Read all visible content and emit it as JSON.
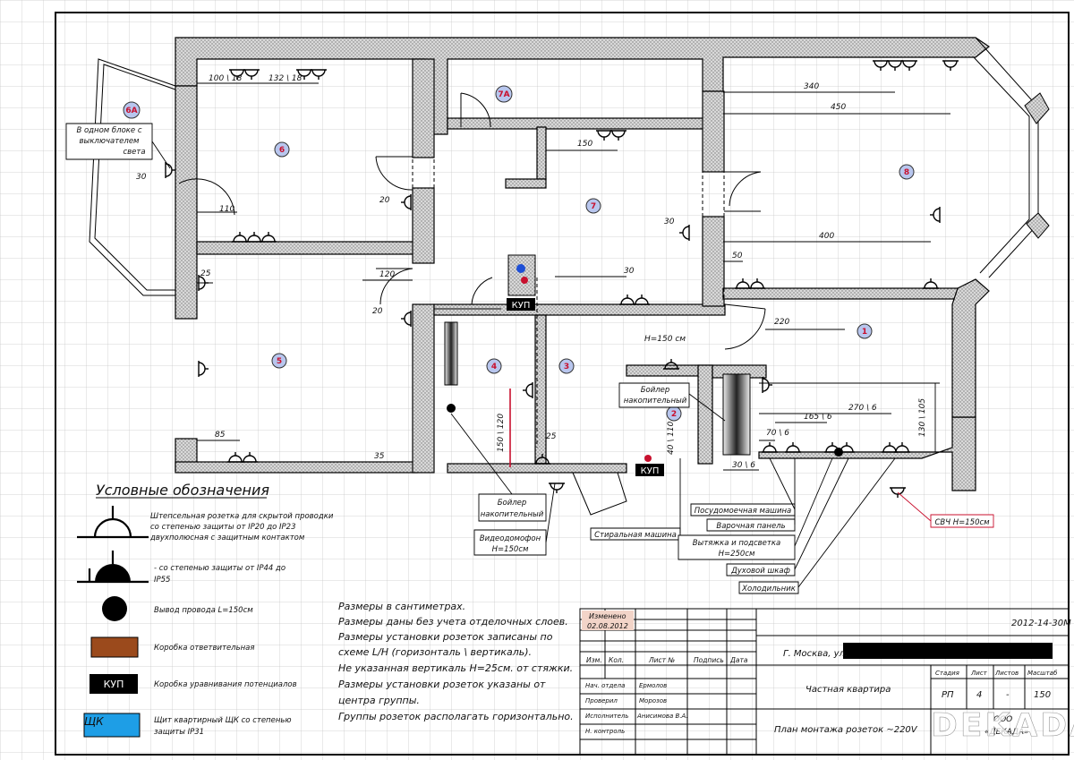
{
  "rooms": [
    "1",
    "2",
    "3",
    "4",
    "5",
    "6",
    "6А",
    "7",
    "7А",
    "8"
  ],
  "dimensions": {
    "d1": "100 \\ 18",
    "d2": "132 \\ 18",
    "d3": "340",
    "d4": "450",
    "d5": "150",
    "d6": "110",
    "d7": "30",
    "d8": "20",
    "d9": "400",
    "d10": "50",
    "d11": "120",
    "d12": "30",
    "d13": "30",
    "d14": "220",
    "d15": "20",
    "d16": "25",
    "d17": "85",
    "d18": "35",
    "d19": "150 \\ 120",
    "d20": "25",
    "d21": "40 \\ 110",
    "d22": "165 \\ 6",
    "d23": "270 \\ 6",
    "d24": "130 \\ 105",
    "d25": "70 \\ 6",
    "d26": "30 \\ 6",
    "d27": "H=150 см"
  },
  "callouts": {
    "note_6a_line1": "В одном блоке с",
    "note_6a_line2": "выключателем",
    "note_6a_line3": "света",
    "boiler_top_line1": "Бойлер",
    "boiler_top_line2": "накопительный",
    "boiler_bot_line1": "Бойлер",
    "boiler_bot_line2": "накопительный",
    "videophone_line1": "Видеодомофон",
    "videophone_line2": "H=150см",
    "washing_machine": "Стиральная машина",
    "dishwasher": "Посудомоечная машина",
    "cooktop": "Варочная панель",
    "hood_line1": "Вытяжка и подсветка",
    "hood_line2": "H=250см",
    "oven": "Духовой шкаф",
    "fridge": "Холодильник",
    "microwave": "СВЧ H=150см",
    "kup": "КУП"
  },
  "legend": {
    "title": "Условные обозначения",
    "socket_line1": "Штепсельная розетка для скрытой проводки",
    "socket_line2": "со степенью защиты от IP20 до IP23",
    "socket_line3": "двухполюсная с защитным контактом",
    "socket_ip44_line1": "- со степенью защиты от IP44 до",
    "socket_ip44_line2": "IP55",
    "wire_output": "Вывод провода L=150см",
    "junction_box": "Коробка ответвительная",
    "kup_label": "КУП",
    "kup_desc": "Коробка уравнивания потенциалов",
    "shk_label": "ЩК",
    "shk_line1": "Щит квартирный ЩК со степенью",
    "shk_line2": "защиты IP31",
    "colors": {
      "junction_box": "#9b4a1c",
      "shk": "#1e9ee6",
      "kup": "#000000"
    }
  },
  "notes": [
    "Размеры в сантиметрах.",
    "Размеры даны без учета отделочных слоев.",
    "Размеры установки розеток записаны по",
    "схеме L/H (горизонталь \\ вертикаль).",
    "Не указанная вертикаль H=25см. от стяжки."
  ],
  "notes_red": [
    "Размеры установки розеток указаны от",
    "центра группы."
  ],
  "notes_last": "Группы розеток располагать горизонтально.",
  "title_block": {
    "changed": "Изменено",
    "date": "02.08.2012",
    "col_izm": "Изм.",
    "col_kol": "Кол.",
    "col_list": "Лист №",
    "col_podp": "Подпись",
    "col_data": "Дата",
    "rows": [
      {
        "role": "Нач. отдела",
        "name": "Ермолов"
      },
      {
        "role": "Проверил",
        "name": "Морозов"
      },
      {
        "role": "Исполнитель",
        "name": "Анисимова В.А."
      },
      {
        "role": "Н. контроль",
        "name": ""
      }
    ],
    "project_code": "2012-14-30М",
    "address": "Г. Москва, ул.",
    "object": "Частная квартира",
    "sheet_title": "План монтажа розеток ~220V",
    "stage_h": "Стадия",
    "sheet_h": "Лист",
    "sheets_h": "Листов",
    "scale_h": "Масштаб",
    "stage": "РП",
    "sheet": "4",
    "sheets": "-",
    "scale": "150",
    "org_line1": "ООО",
    "org_line2": "«ДЕКАДА»"
  },
  "watermark": "DEKADA"
}
